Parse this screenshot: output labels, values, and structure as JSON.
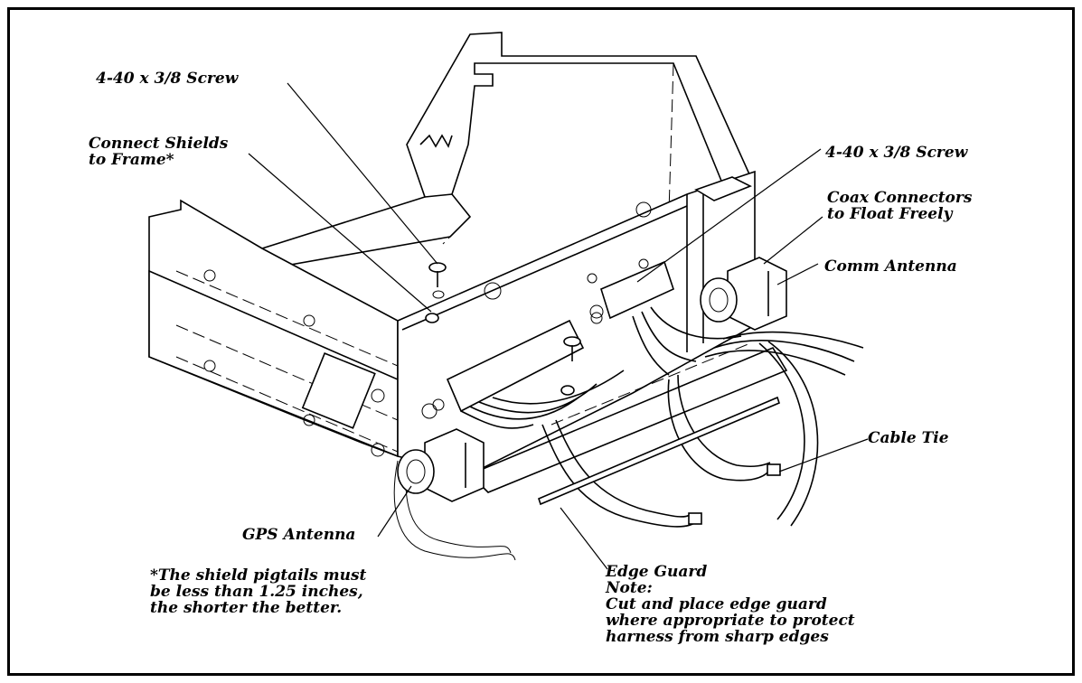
{
  "labels": {
    "screw_top": "4-40 x 3/8 Screw",
    "connect_shields_line1": "Connect Shields",
    "connect_shields_line2": "to Frame*",
    "screw_right": "4-40 x 3/8 Screw",
    "coax_line1": "Coax Connectors",
    "coax_line2": "to Float Freely",
    "comm_antenna": "Comm Antenna",
    "cable_tie": "Cable Tie",
    "gps_antenna": "GPS Antenna",
    "footnote_line1": "*The shield pigtails must",
    "footnote_line2": "be less than  1.25 inches,",
    "footnote_line3": "the shorter the better.",
    "edge_guard": "Edge Guard",
    "note_heading": "Note:",
    "note_line1": "Cut and place edge guard",
    "note_line2": "where appropriate to protect",
    "note_line3": "harness from sharp edges"
  }
}
